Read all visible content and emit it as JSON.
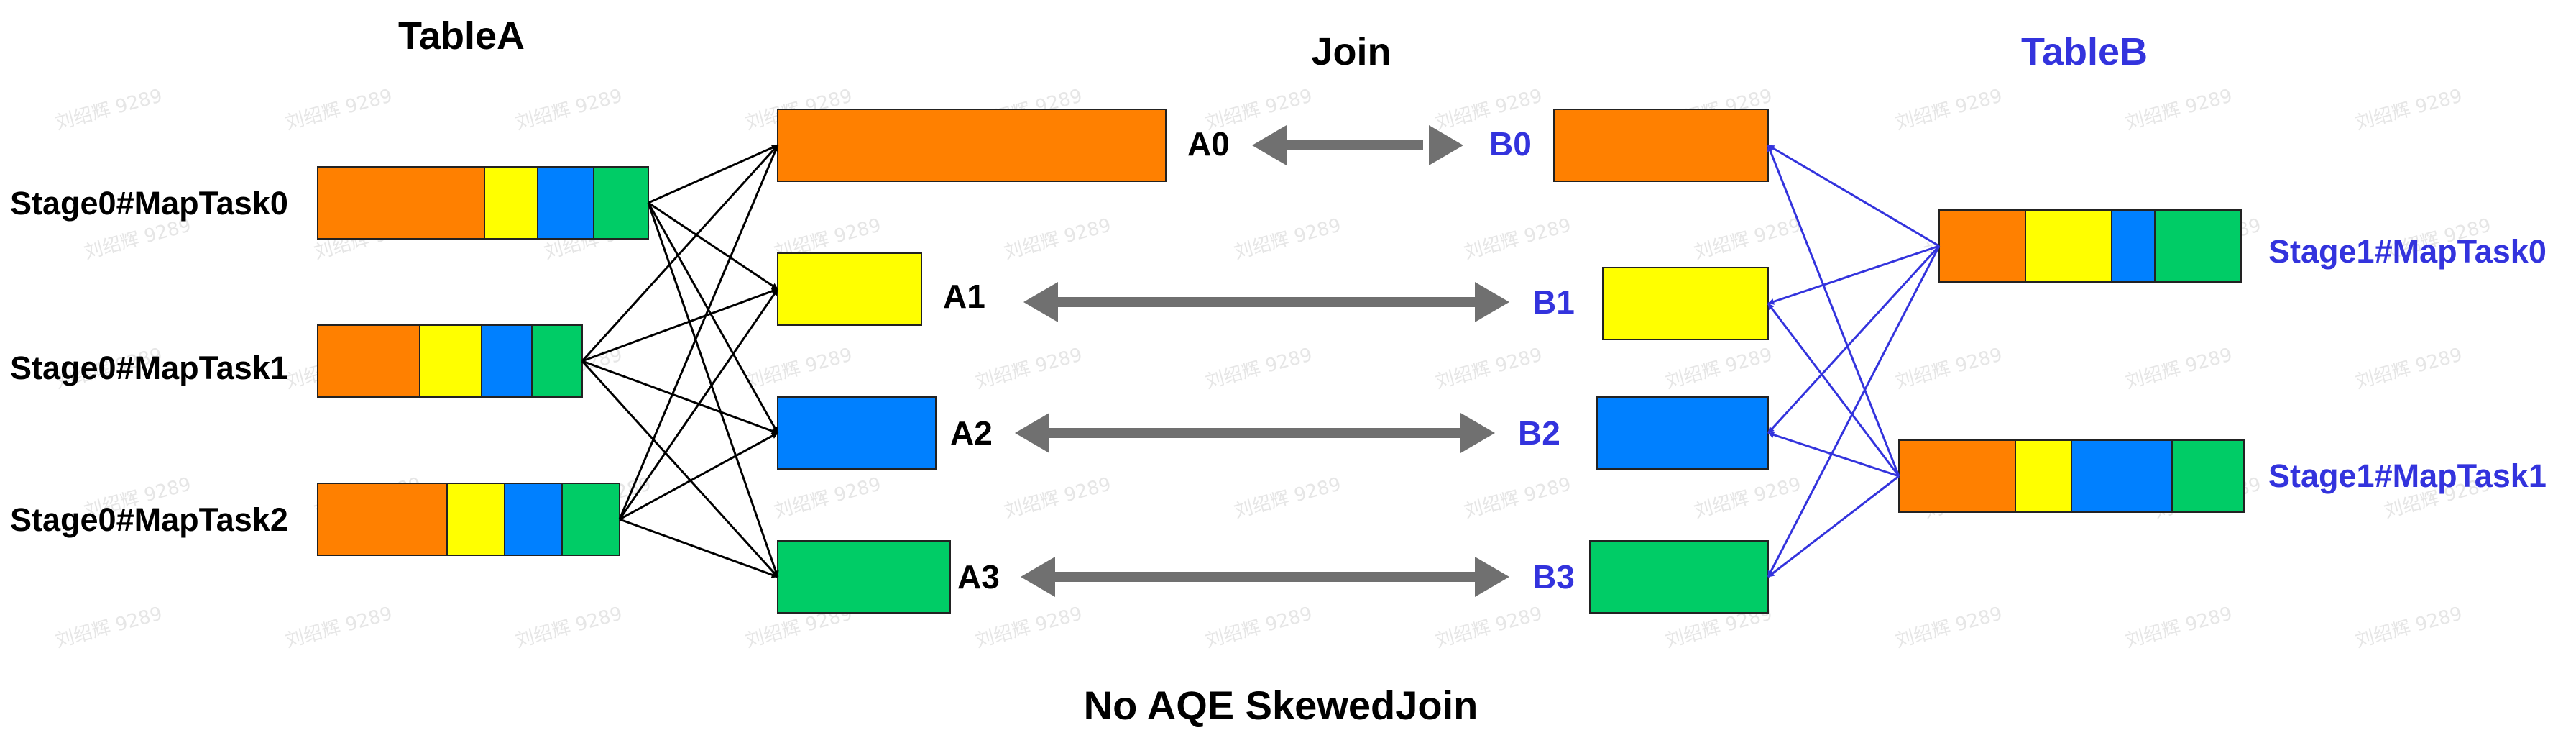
{
  "titles": {
    "table_a": "TableA",
    "join": "Join",
    "table_b": "TableB",
    "footer": "No AQE SkewedJoin"
  },
  "colors": {
    "orange": "#FF8000",
    "yellow": "#FFFF00",
    "blue": "#0080FF",
    "green": "#00CC66",
    "table_b_text": "#3333DD",
    "arrow_a": "#000000",
    "arrow_b": "#3333DD",
    "join_arrow": "#707070"
  },
  "stage0_tasks": [
    {
      "label": "Stage0#MapTask0"
    },
    {
      "label": "Stage0#MapTask1"
    },
    {
      "label": "Stage0#MapTask2"
    }
  ],
  "stage1_tasks": [
    {
      "label": "Stage1#MapTask0"
    },
    {
      "label": "Stage1#MapTask1"
    }
  ],
  "partitions_a": [
    {
      "label": "A0",
      "color": "orange"
    },
    {
      "label": "A1",
      "color": "yellow"
    },
    {
      "label": "A2",
      "color": "blue"
    },
    {
      "label": "A3",
      "color": "green"
    }
  ],
  "partitions_b": [
    {
      "label": "B0",
      "color": "orange"
    },
    {
      "label": "B1",
      "color": "yellow"
    },
    {
      "label": "B2",
      "color": "blue"
    },
    {
      "label": "B3",
      "color": "green"
    }
  ],
  "watermark": "刘绍辉 9289"
}
